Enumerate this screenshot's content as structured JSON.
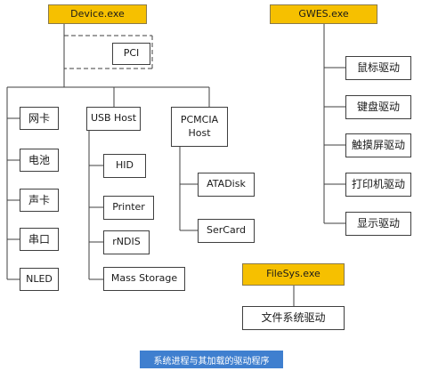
{
  "nodes": {
    "device_exe": "Device.exe",
    "gwes_exe": "GWES.exe",
    "filesys_exe": "FileSys.exe",
    "pci": "PCI",
    "net_card": "网卡",
    "battery": "电池",
    "sound_card": "声卡",
    "serial_port": "串口",
    "nled": "NLED",
    "usb_host": "USB Host",
    "pcmcia_host_line1": "PCMCIA",
    "pcmcia_host_line2": "Host",
    "hid": "HID",
    "printer": "Printer",
    "rndis": "rNDIS",
    "mass_storage": "Mass Storage",
    "atadisk": "ATADisk",
    "sercard": "SerCard",
    "mouse_driver": "鼠标驱动",
    "keyboard_driver": "键盘驱动",
    "touchscreen_driver": "触摸屏驱动",
    "printer_driver": "打印机驱动",
    "display_driver": "显示驱动",
    "filesystem_driver": "文件系统驱动"
  },
  "caption": "系统进程与其加载的驱动程序",
  "colors": {
    "exe_fill": "#f6c000",
    "caption_fill": "#3f7fcf",
    "line": "#3f3f3f"
  }
}
